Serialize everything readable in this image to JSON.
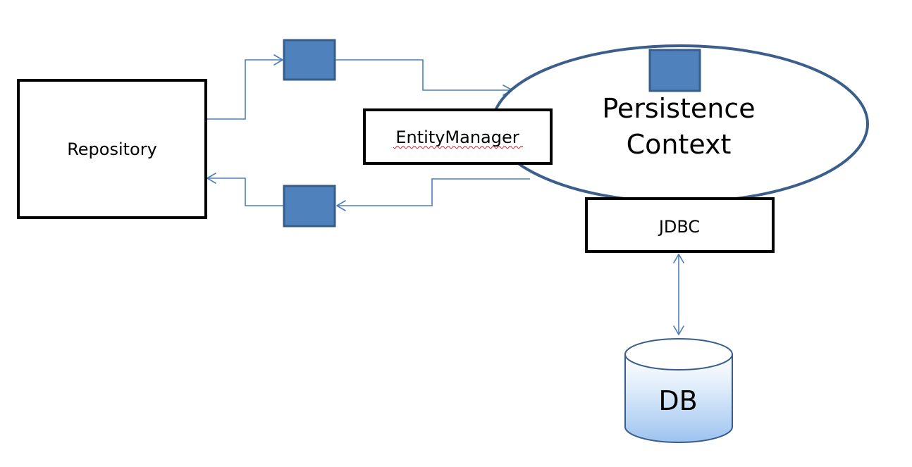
{
  "nodes": {
    "repository": {
      "label": "Repository"
    },
    "entity_manager": {
      "label": "EntityManager"
    },
    "persistence_context": {
      "label_line1": "Persistence",
      "label_line2": "Context"
    },
    "jdbc": {
      "label": "JDBC"
    },
    "db": {
      "label": "DB"
    }
  },
  "colors": {
    "connector": "#4a7ebb",
    "entity_fill": "#4f81bd",
    "entity_stroke": "#385d8a",
    "ellipse_stroke": "#3b5f8a",
    "db_top": "#ffffff",
    "db_bottom": "#9dc3f0"
  }
}
